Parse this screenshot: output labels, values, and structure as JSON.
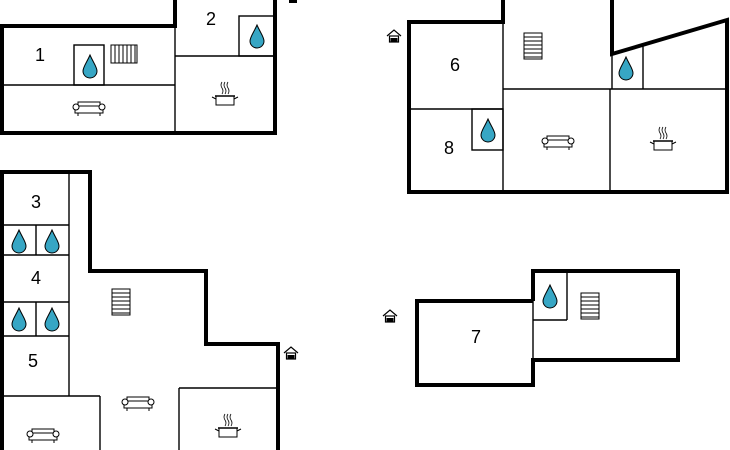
{
  "rooms": [
    {
      "id": "1",
      "label": "1"
    },
    {
      "id": "2",
      "label": "2"
    },
    {
      "id": "3",
      "label": "3"
    },
    {
      "id": "4",
      "label": "4"
    },
    {
      "id": "5",
      "label": "5"
    },
    {
      "id": "6",
      "label": "6"
    },
    {
      "id": "7",
      "label": "7"
    },
    {
      "id": "8",
      "label": "8"
    }
  ],
  "icons": {
    "water": "water-drop-icon",
    "stairs": "stairs-icon",
    "sofa": "sofa-icon",
    "kitchen": "cooking-pot-icon",
    "entrance": "entrance-house-icon"
  }
}
